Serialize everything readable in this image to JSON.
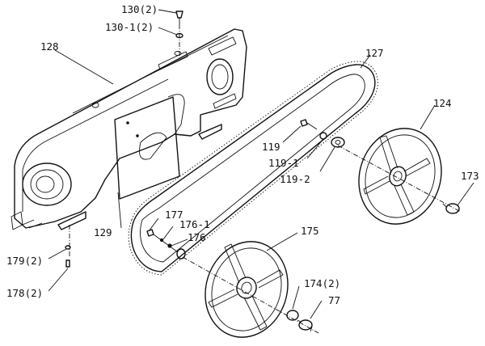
{
  "labels": {
    "p130": "130(2)",
    "p130_1": "130-1(2)",
    "p128": "128",
    "p127": "127",
    "p124": "124",
    "p119": "119",
    "p119_1": "119-1",
    "p119_2": "119-2",
    "p173": "173",
    "p129": "129",
    "p177": "177",
    "p176_1": "176-1",
    "p176": "176",
    "p175": "175",
    "p179": "179(2)",
    "p178": "178(2)",
    "p174": "174(2)",
    "p77": "77"
  }
}
